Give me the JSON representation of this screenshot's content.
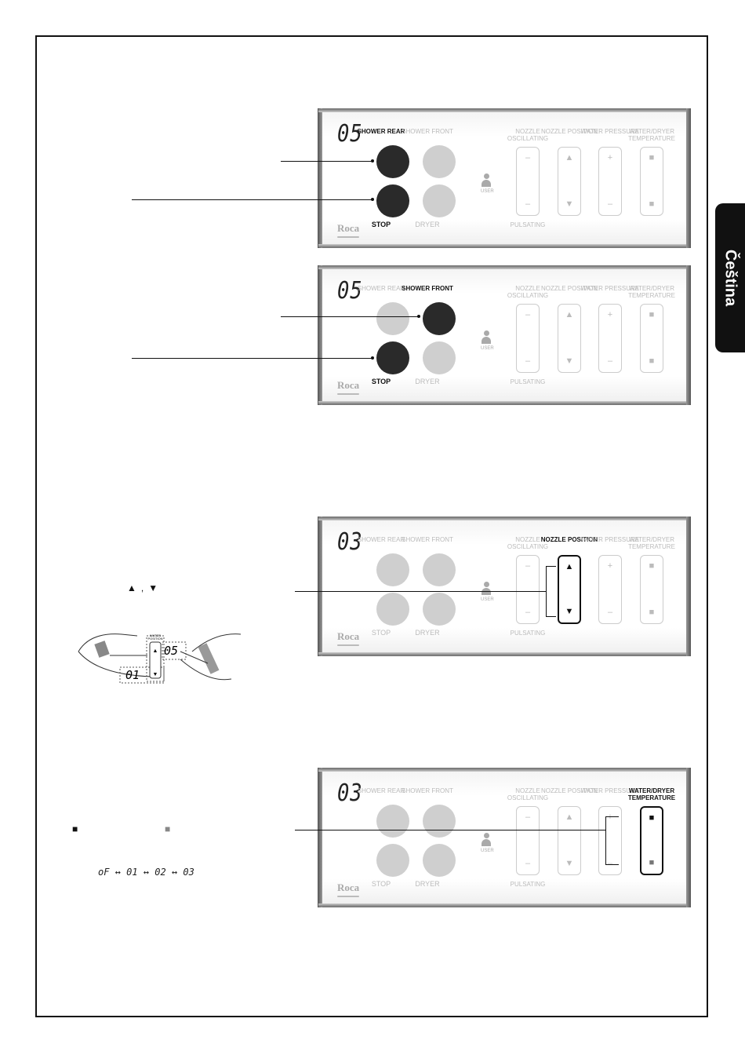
{
  "language_tab": "Čeština",
  "brand": "Roca",
  "user_label": "USER",
  "labels": {
    "shower_rear": "SHOWER REAR",
    "shower_front": "SHOWER FRONT",
    "stop": "STOP",
    "dryer": "DRYER",
    "nozzle_oscillating": "NOZZLE OSCILLATING",
    "nozzle_position": "NOZZLE POSITION",
    "water_pressure": "WATER PRESSURE",
    "water_dryer_temperature": "WATER/DRYER TEMPERATURE",
    "pulsating": "PULSATING"
  },
  "panels": [
    {
      "display": "05",
      "active": [
        "shower_rear",
        "stop"
      ]
    },
    {
      "display": "05",
      "active": [
        "shower_front",
        "stop"
      ]
    },
    {
      "display": "03",
      "active": [
        "nozzle_position"
      ]
    },
    {
      "display": "03",
      "active": [
        "water_dryer_temperature"
      ]
    }
  ],
  "nozzle_illustration": {
    "panel_label": "WATER POSITION",
    "display_high": "05",
    "display_low": "01"
  },
  "arrows_text": {
    "up": "▲",
    "down": "▼",
    "separator": ","
  },
  "temperature_legend": {
    "dark_square": "■",
    "gray_square": "■"
  },
  "temperature_sequence": "oF ↔ 01 ↔ 02 ↔ 03",
  "colors": {
    "active": "#2a2a2a",
    "inactive": "#cfcfcf",
    "gray_square": "#888888"
  }
}
